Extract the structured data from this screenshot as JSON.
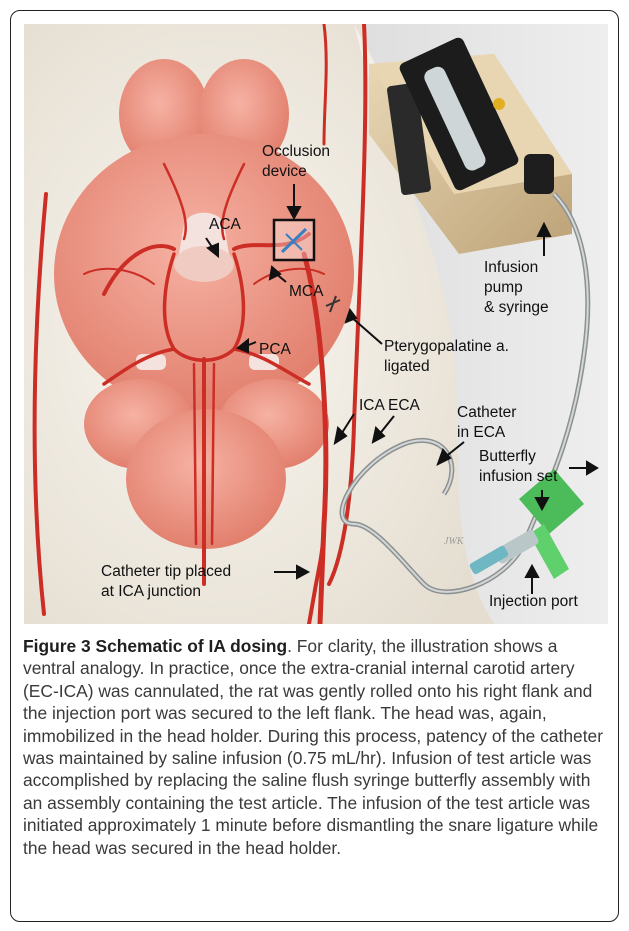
{
  "figure": {
    "labels": {
      "occlusion_device": [
        "Occlusion",
        "device"
      ],
      "aca": "ACA",
      "mca": "MCA",
      "pca": "PCA",
      "ica": "ICA",
      "eca": "ECA",
      "pterygopalatine": [
        "Pterygopalatine a.",
        "ligated"
      ],
      "catheter_in_eca": [
        "Catheter",
        "in ECA"
      ],
      "infusion_pump": [
        "Infusion",
        "pump",
        "& syringe"
      ],
      "butterfly": [
        "Butterfly",
        "infusion set"
      ],
      "catheter_tip": [
        "Catheter tip placed",
        "at ICA junction"
      ],
      "injection_port": "Injection port",
      "signature": "JWK"
    },
    "colors": {
      "artery": "#cc2e26",
      "brain": "#ee8f80",
      "pump_body": "#d9c39a",
      "butterfly": "#4cbc5a",
      "background_fur": "#f1ece3"
    }
  },
  "caption": {
    "title": "Figure 3 Schematic of IA dosing",
    "body": ". For clarity, the illustration shows a ventral analogy. In practice, once the extra-cranial internal carotid artery (EC-ICA) was cannulated, the rat was gently rolled onto his right flank and the injection port was secured to the left flank. The head was, again, immobilized in the head holder. During this process, patency of the catheter was maintained by saline infusion (0.75 mL/hr). Infusion of test article was accomplished by replacing the saline flush syringe butterfly assembly with an assembly containing the test article. The infusion of the test article was initiated approximately 1 minute before dismantling the snare ligature while the head was secured in the head holder."
  }
}
